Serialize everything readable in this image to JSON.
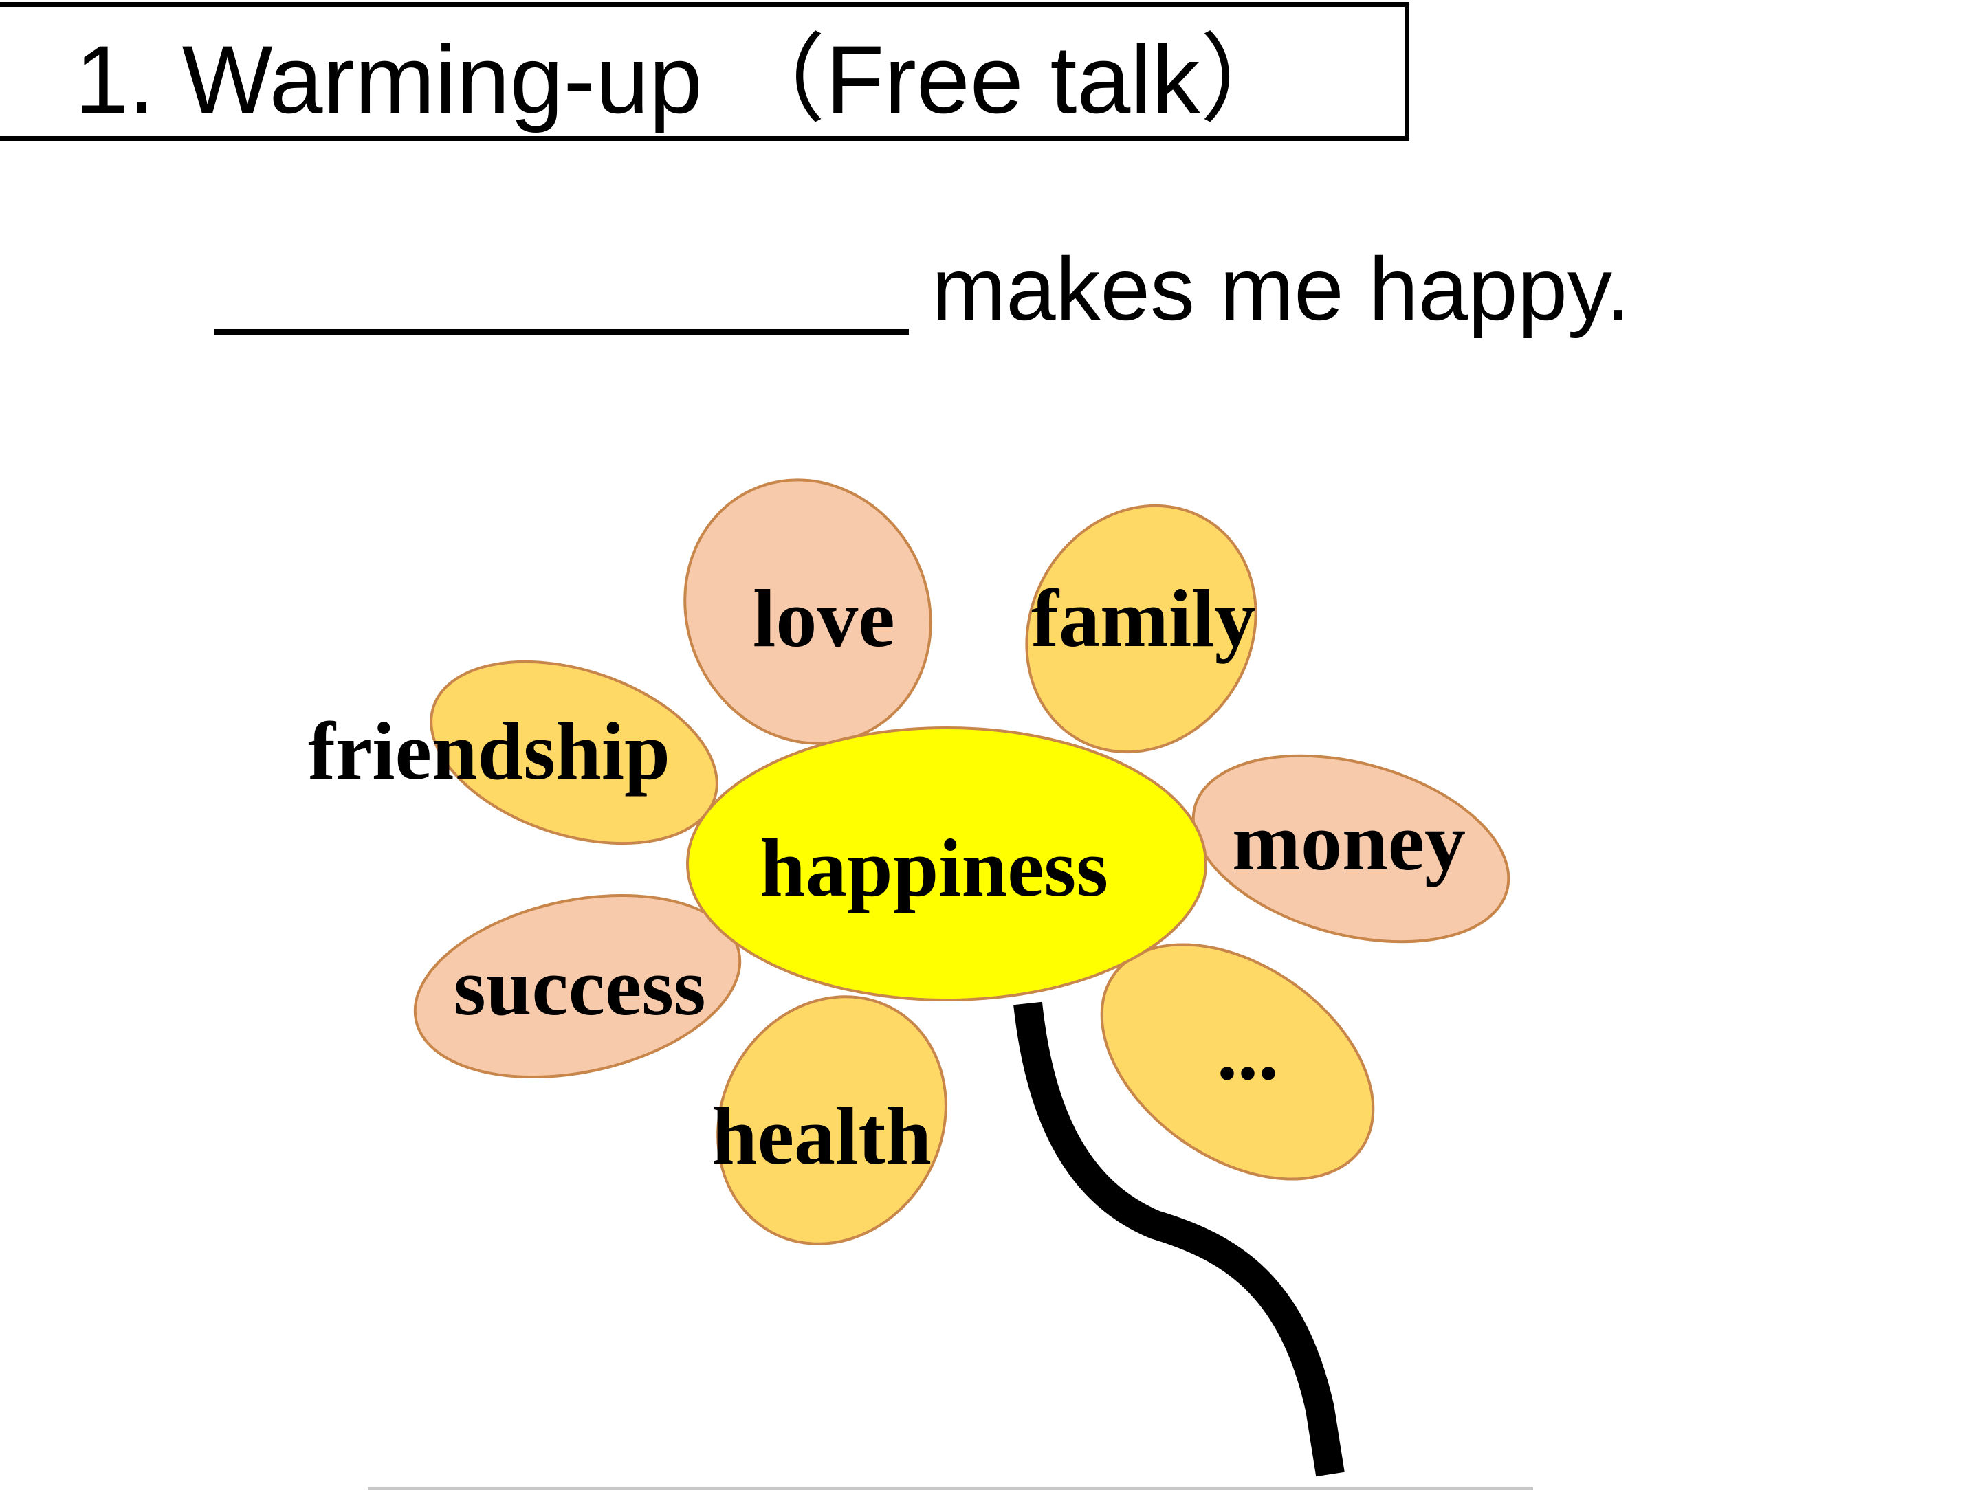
{
  "title": "1. Warming-up （Free talk）",
  "sentence": {
    "blank": "",
    "text": "makes me happy."
  },
  "flower": {
    "center": "happiness",
    "petals": [
      {
        "label": "love",
        "color": "peach"
      },
      {
        "label": "family",
        "color": "orange"
      },
      {
        "label": "friendship",
        "color": "orange"
      },
      {
        "label": "money",
        "color": "peach"
      },
      {
        "label": "success",
        "color": "peach"
      },
      {
        "label": "health",
        "color": "orange"
      },
      {
        "label": "...",
        "color": "orange"
      }
    ]
  },
  "colors": {
    "center_fill": "#ffff00",
    "peach_petal": "#f7caab",
    "orange_petal": "#ffd966",
    "petal_stroke": "#c8864b",
    "stem": "#000000"
  }
}
